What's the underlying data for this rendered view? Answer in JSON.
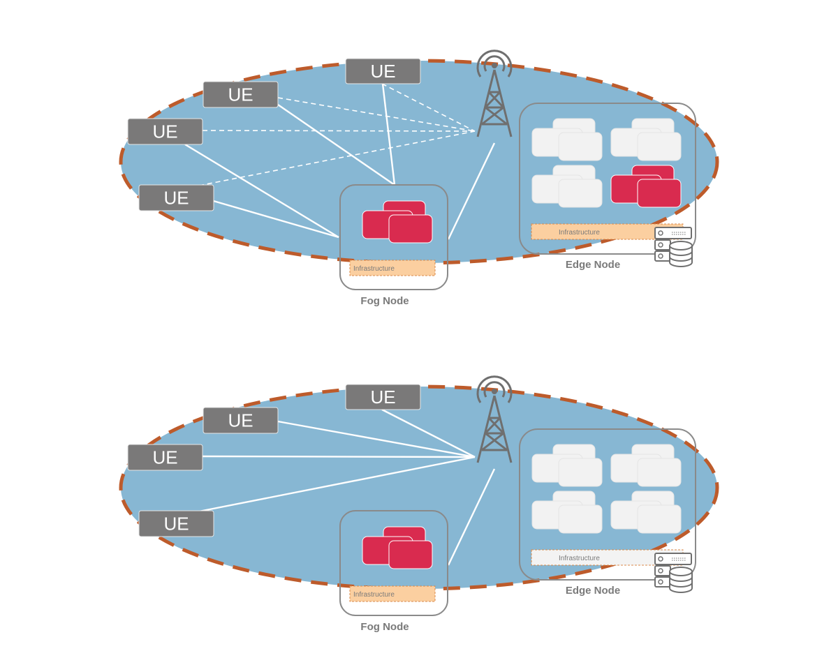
{
  "colors": {
    "background": "#ffffff",
    "coverage_fill": "#87b7d3",
    "coverage_border": "#bd5b2b",
    "ue_box": "#7a7979",
    "ue_text": "#ffffff",
    "link": "#ffffff",
    "node_frame": "#8a8a8a",
    "service_active": "#d92b4f",
    "service_idle": "#f2f2f2",
    "infra_active": "#fbcfa0",
    "infra_idle": "#f3f3f3",
    "infra_border": "#d98a4a",
    "label": "#7a7a7a",
    "tower": "#6f6f6f"
  },
  "icons": {
    "tower": "cell-tower-icon",
    "server": "server-database-icon",
    "service": "service-stack-icon"
  },
  "panels": [
    {
      "id": "top",
      "ue": [
        {
          "label": "UE"
        },
        {
          "label": "UE"
        },
        {
          "label": "UE"
        },
        {
          "label": "UE"
        }
      ],
      "fog_node": {
        "label": "Fog Node",
        "infra_label": "Infrastructure",
        "infra_state": "active",
        "services": [
          "active"
        ]
      },
      "edge_node": {
        "label": "Edge Node",
        "infra_label": "Infrastructure",
        "infra_state": "active",
        "services": [
          "idle",
          "idle",
          "idle",
          "active"
        ]
      }
    },
    {
      "id": "bottom",
      "ue": [
        {
          "label": "UE"
        },
        {
          "label": "UE"
        },
        {
          "label": "UE"
        },
        {
          "label": "UE"
        }
      ],
      "fog_node": {
        "label": "Fog Node",
        "infra_label": "Infrastructure",
        "infra_state": "active",
        "services": [
          "active"
        ]
      },
      "edge_node": {
        "label": "Edge Node",
        "infra_label": "Infrastructure",
        "infra_state": "idle",
        "services": [
          "idle",
          "idle",
          "idle",
          "idle"
        ]
      }
    }
  ]
}
